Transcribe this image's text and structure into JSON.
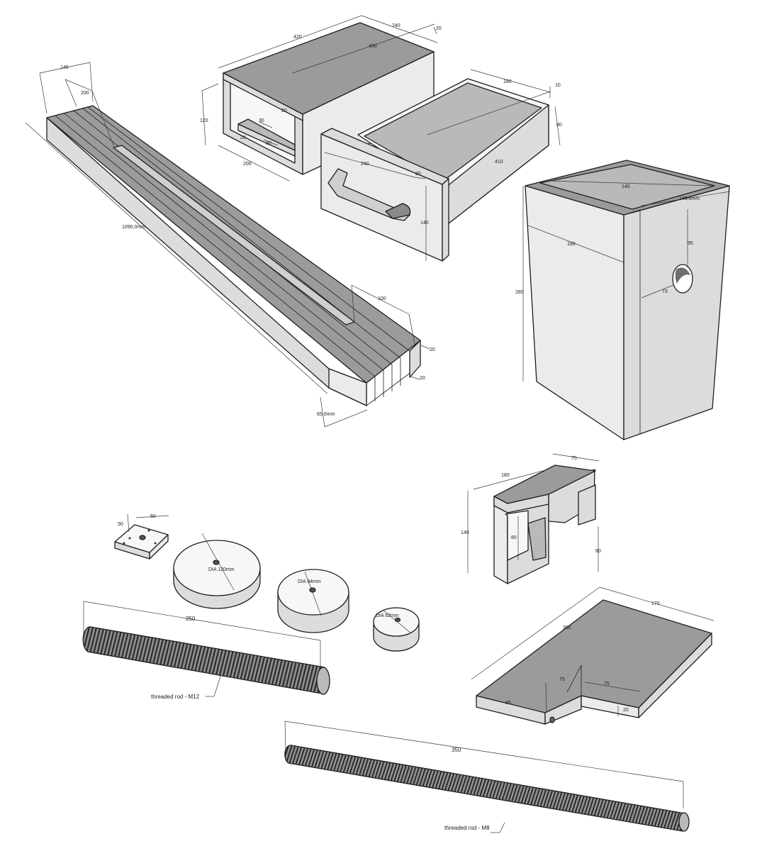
{
  "bar": {
    "dims": [
      "145",
      "200",
      "1090,0mm",
      "100",
      "20",
      "20",
      "65,0mm"
    ]
  },
  "drawer_housing": {
    "dims": [
      "420",
      "240",
      "20",
      "400",
      "120",
      "20",
      "30",
      "20",
      "30",
      "200"
    ]
  },
  "drawer": {
    "dims": [
      "180",
      "10",
      "80",
      "410",
      "240",
      "30",
      "140"
    ]
  },
  "cabinet": {
    "dims": [
      "140",
      "145,0mm",
      "180",
      "95",
      "73",
      "280"
    ]
  },
  "bracket": {
    "dims": [
      "75",
      "180",
      "140",
      "80",
      "60"
    ]
  },
  "small_block": {
    "dims": [
      "50",
      "50"
    ]
  },
  "discs": {
    "large": "DIA 120mm",
    "medium": "DIA 94mm",
    "small": "DIA 62mm"
  },
  "rod_m12": {
    "length": "250",
    "label": "threaded rod - M12"
  },
  "rod_m8": {
    "length": "350",
    "label": "threaded rod - M8"
  },
  "plate": {
    "dims": [
      "300",
      "170",
      "75",
      "75",
      "95",
      "20"
    ]
  }
}
